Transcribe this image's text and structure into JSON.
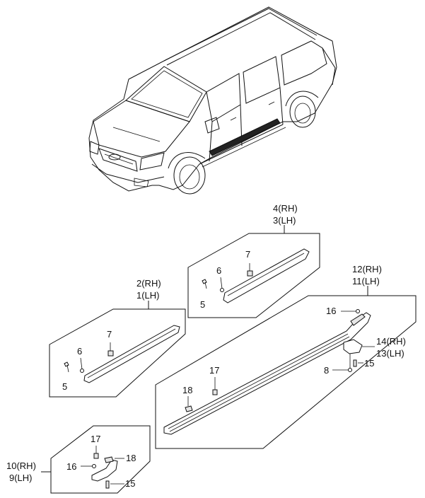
{
  "labels": {
    "p4rh": "4(RH)",
    "p3lh": "3(LH)",
    "p2rh": "2(RH)",
    "p1lh": "1(LH)",
    "p12rh": "12(RH)",
    "p11lh": "11(LH)",
    "p14rh": "14(RH)",
    "p13lh": "13(LH)",
    "p10rh": "10(RH)",
    "p9lh": "9(LH)",
    "a7": "7",
    "a6": "6",
    "a5": "5",
    "b7": "7",
    "b6": "6",
    "b5": "5",
    "c16": "16",
    "c15": "15",
    "c8": "8",
    "c17": "17",
    "c18": "18",
    "d17": "17",
    "d18": "18",
    "d16": "16",
    "d15": "15"
  }
}
